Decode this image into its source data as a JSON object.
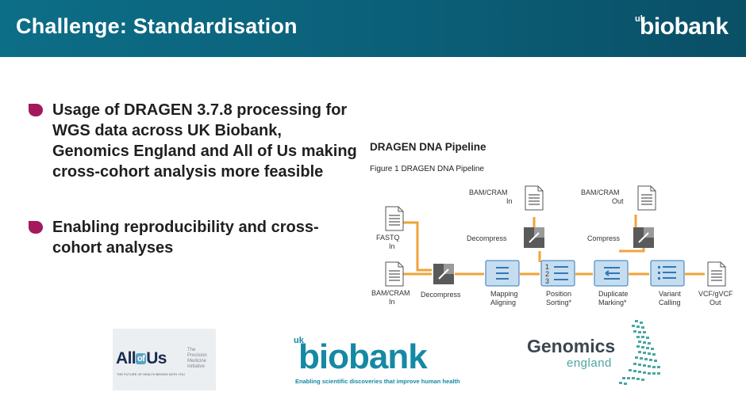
{
  "header": {
    "title": "Challenge: Standardisation",
    "logo_prefix": "uk",
    "logo_word": "biobank"
  },
  "bullets": [
    "Usage of DRAGEN 3.7.8 processing for WGS data across UK Biobank, Genomics England and All of Us making cross-cohort analysis more feasible",
    "Enabling reproducibility and cross-cohort analyses"
  ],
  "pipeline": {
    "title": "DRAGEN DNA Pipeline",
    "figure_caption": "Figure 1  DRAGEN DNA Pipeline",
    "input_fastq": [
      "FASTQ",
      "In"
    ],
    "input_bam_top": [
      "BAM/CRAM",
      "In"
    ],
    "input_bam_bottom": [
      "BAM/CRAM",
      "In"
    ],
    "output_bam": [
      "BAM/CRAM",
      "Out"
    ],
    "output_vcf": [
      "VCF/gVCF",
      "Out"
    ],
    "decompress_top": "Decompress",
    "decompress_left": "Decompress",
    "compress": "Compress",
    "steps": [
      [
        "Mapping",
        "Aligning"
      ],
      [
        "Position",
        "Sorting*"
      ],
      [
        "Duplicate",
        "Marking*"
      ],
      [
        "Variant",
        "Calling"
      ]
    ],
    "sorting_numbers": [
      "1",
      "2",
      "3"
    ],
    "colors": {
      "orange": "#f2a33a",
      "blue": "#2f78b7",
      "light_blue": "#c6ddf0",
      "gray": "#555555"
    }
  },
  "logos": {
    "allofus_main": "All of Us",
    "allofus_main_all": "All",
    "allofus_main_of": "of",
    "allofus_main_us": "Us",
    "allofus_side": "The Precision Medicine Initiative",
    "allofus_tiny": "THE FUTURE OF HEALTH BEGINS WITH YOU",
    "ukb_prefix": "uk",
    "ukb_word": "biobank",
    "ukb_tagline": "Enabling scientific discoveries that improve human health",
    "ge_word1": "Genomics",
    "ge_word2": "england"
  }
}
